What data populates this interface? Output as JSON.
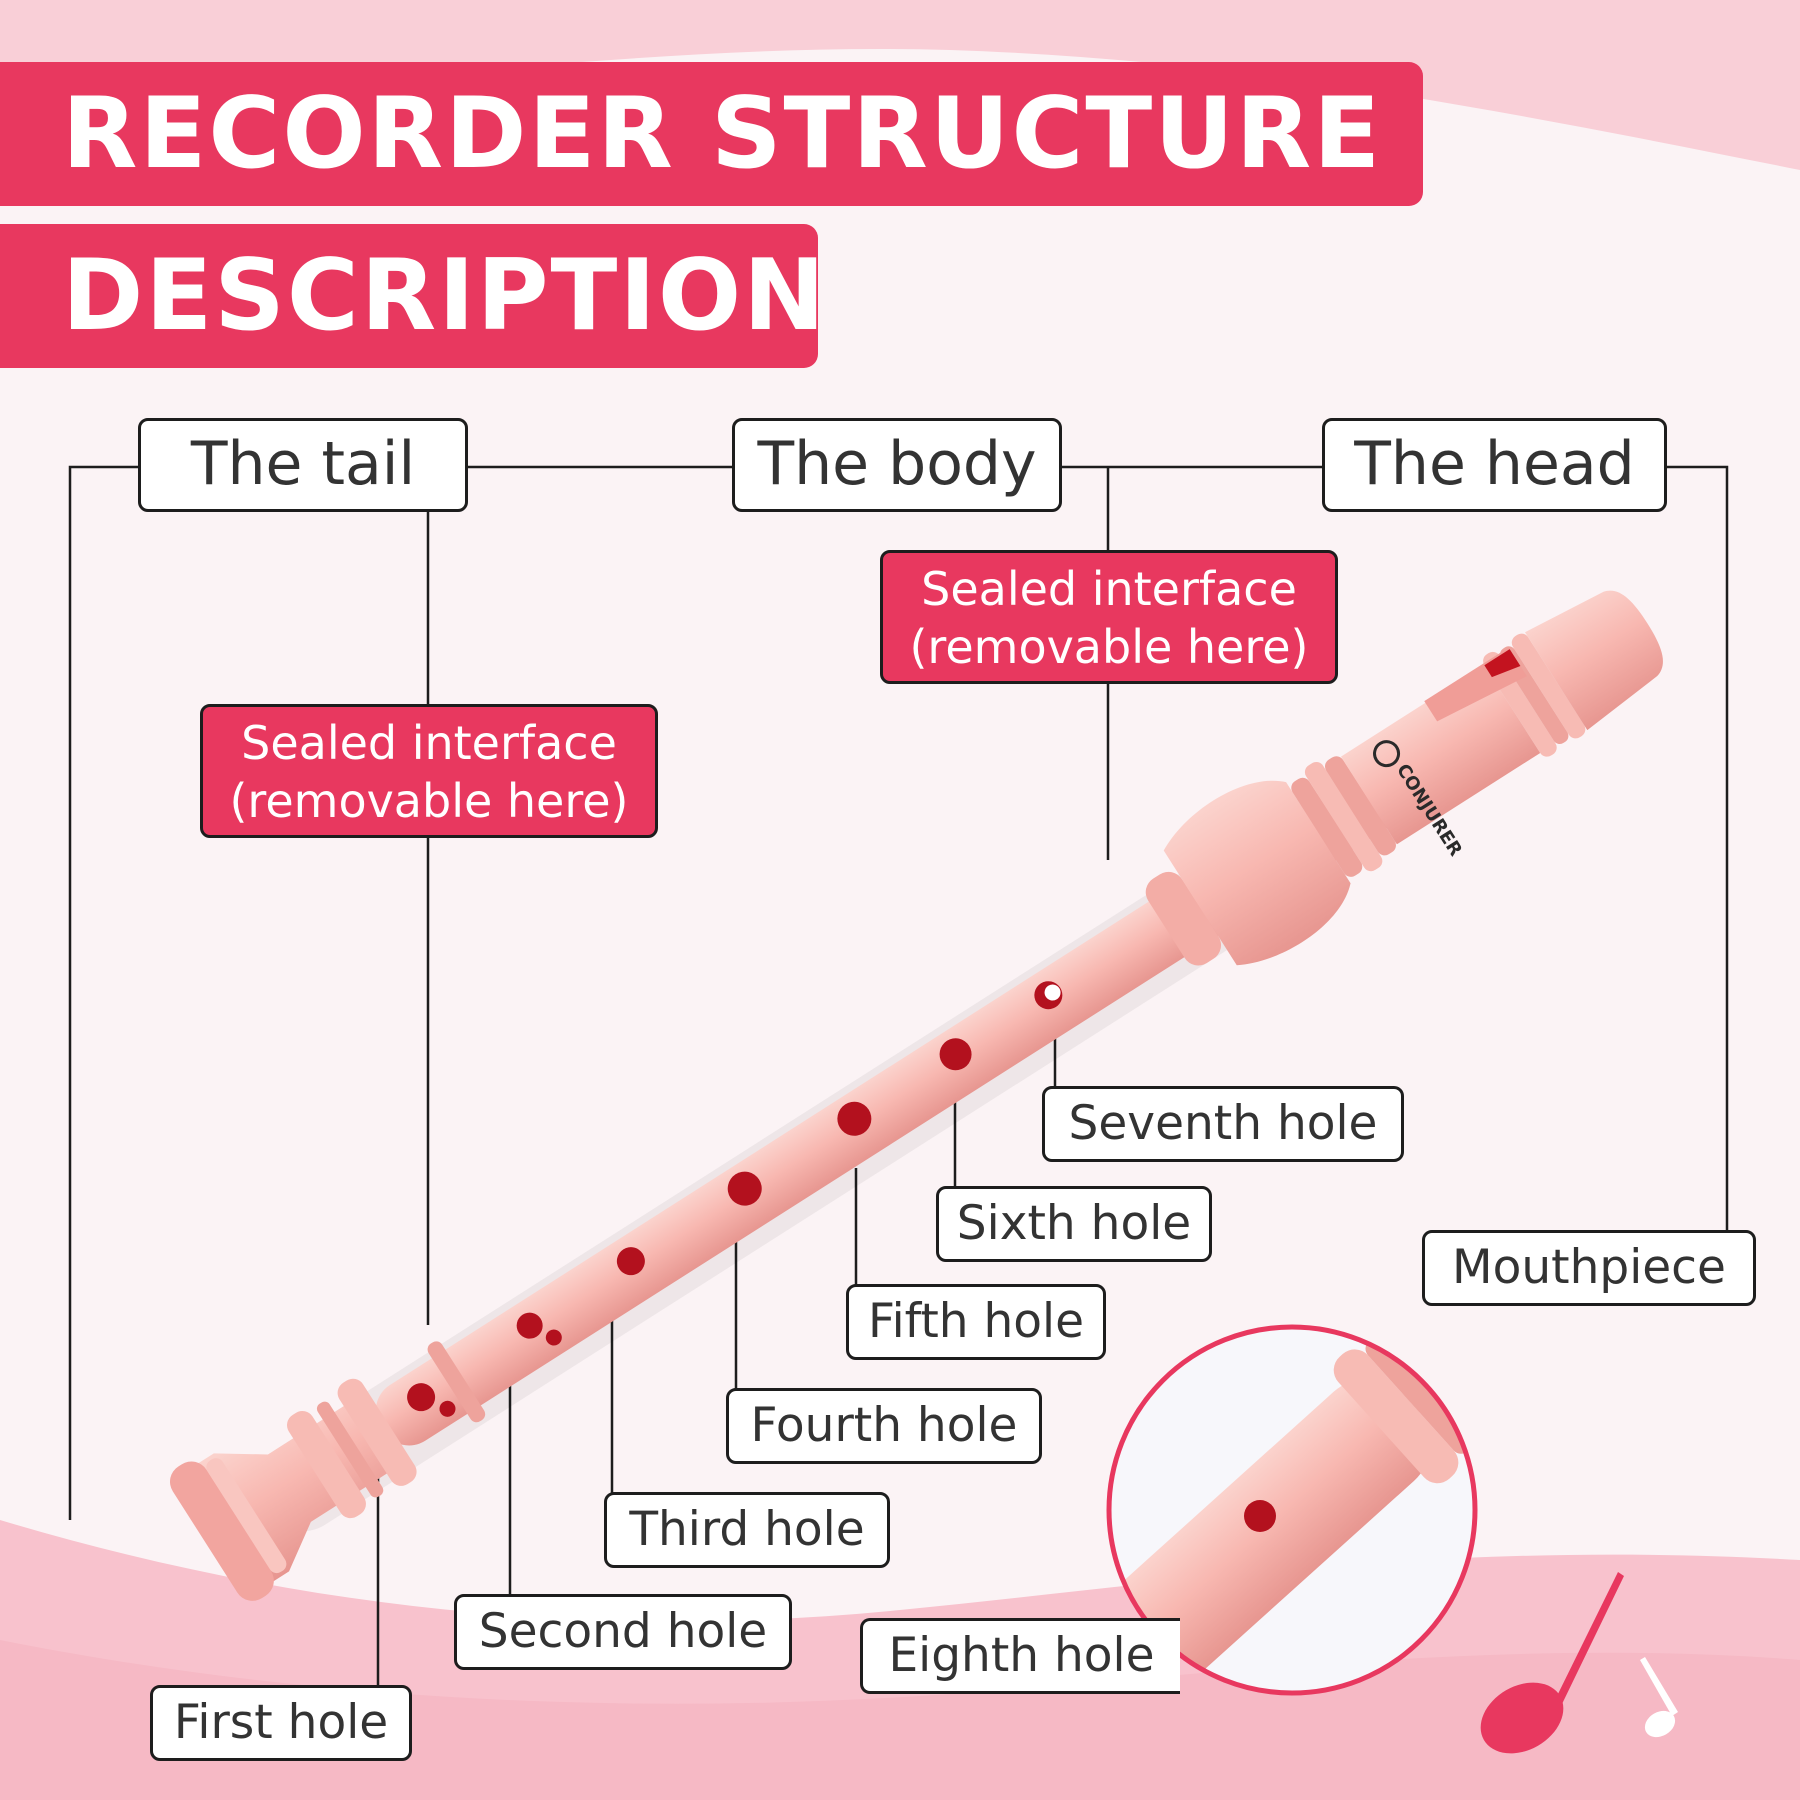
{
  "header": {
    "title_line1": "RECORDER STRUCTURE",
    "title_line2": "DESCRIPTION"
  },
  "sections": {
    "tail": "The tail",
    "body": "The body",
    "head": "The head"
  },
  "interfaces": {
    "left": {
      "line1": "Sealed interface",
      "line2": "(removable here)"
    },
    "right": {
      "line1": "Sealed interface",
      "line2": "(removable here)"
    }
  },
  "holes": {
    "first": "First hole",
    "second": "Second hole",
    "third": "Third hole",
    "fourth": "Fourth hole",
    "fifth": "Fifth hole",
    "sixth": "Sixth hole",
    "seventh": "Seventh hole",
    "eighth": "Eighth hole"
  },
  "mouthpiece": "Mouthpiece",
  "brand": "CONJURER",
  "icons": [
    "music-note-icon"
  ],
  "colors": {
    "accent": "#e8385f",
    "recorder": "#f7b4ae",
    "hole": "#b3111e",
    "background": "#fbf3f5"
  }
}
